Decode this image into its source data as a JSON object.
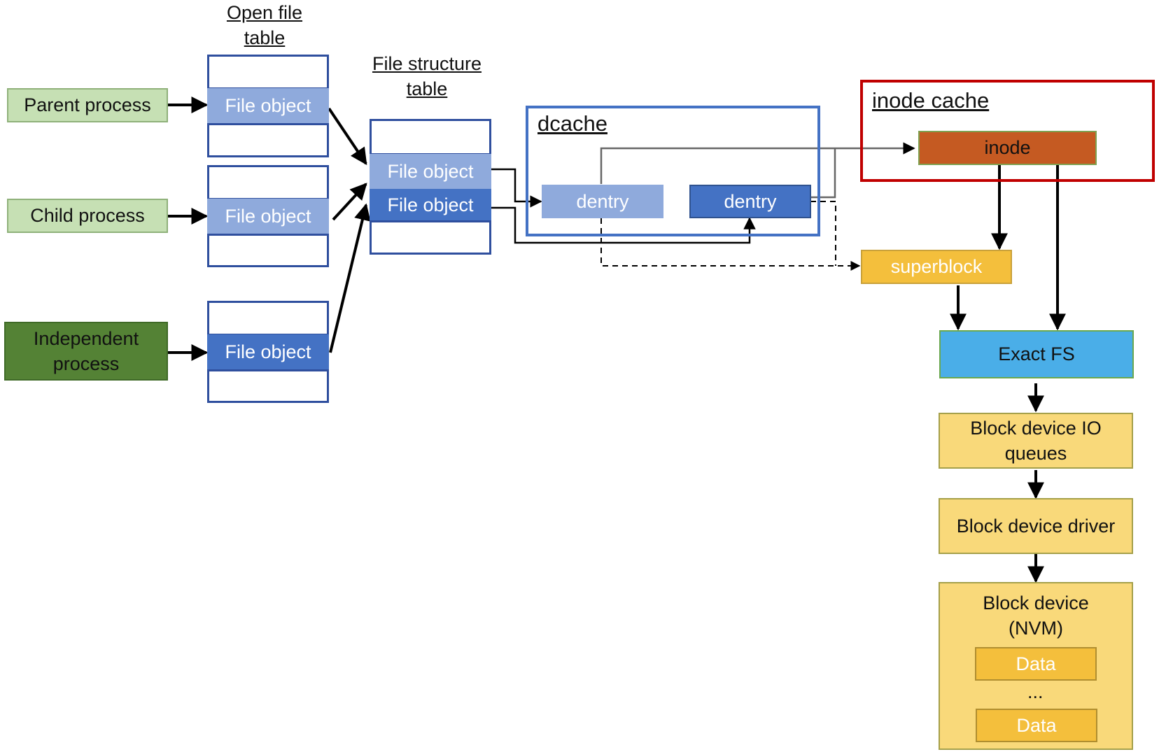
{
  "headers": {
    "open_file_table": "Open file\ntable",
    "file_structure_table": "File structure\ntable"
  },
  "processes": {
    "parent": "Parent process",
    "child": "Child process",
    "independent": "Independent\nprocess"
  },
  "file_object_label": "File object",
  "dcache": {
    "title": "dcache",
    "dentry_1": "dentry",
    "dentry_2": "dentry"
  },
  "inode_cache": {
    "title": "inode cache",
    "inode": "inode"
  },
  "superblock": "superblock",
  "exact_fs": "Exact FS",
  "block_io_queues": "Block device IO\nqueues",
  "block_driver": "Block device driver",
  "block_device": {
    "title": "Block device\n(NVM)",
    "data_1": "Data",
    "ellipsis": "...",
    "data_2": "Data"
  },
  "colors": {
    "process_light": "#c6e0b4",
    "process_dark": "#548235",
    "file_object_light": "#8faadc",
    "file_object_dark": "#4472c4",
    "dcache_border": "#4472c4",
    "inode_cache_border": "#c00000",
    "inode": "#c55a22",
    "superblock": "#f4bf3c",
    "exact_fs": "#4aaee8",
    "block": "#f9d97a"
  }
}
